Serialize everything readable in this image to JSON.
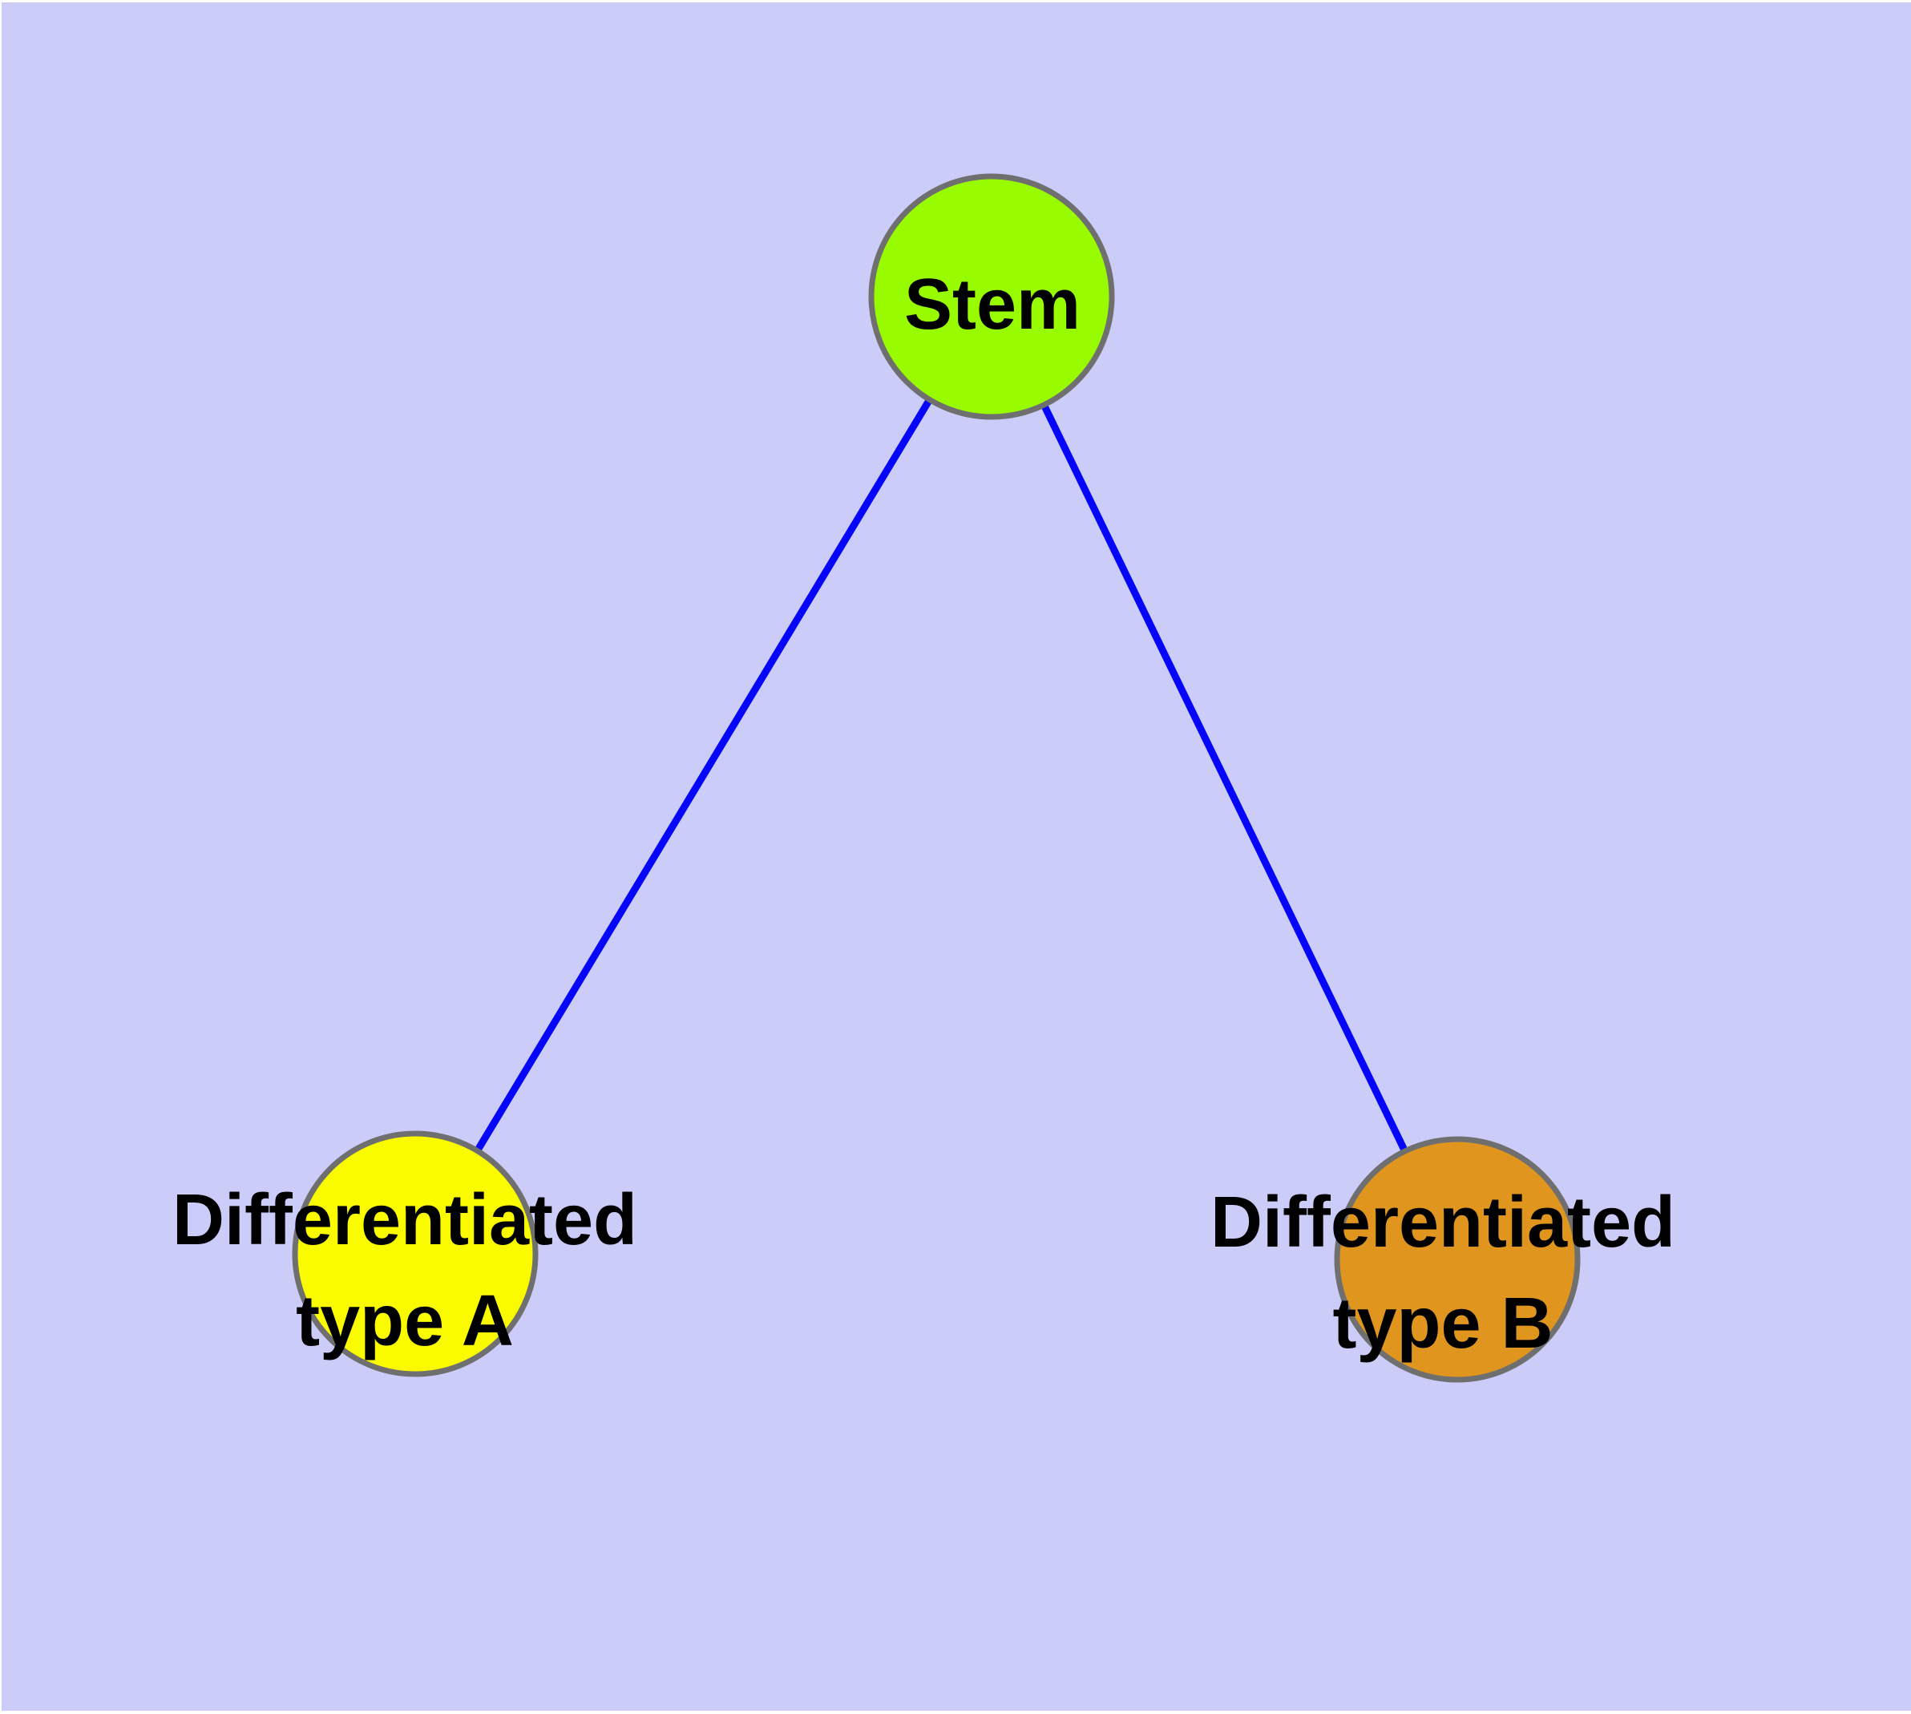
{
  "diagram": {
    "type": "graph-tree",
    "background_color": "#CCCCF8",
    "margin_color": "#FFFFFF",
    "edge_color": "#0505FA",
    "node_border_color": "#6F6F6F",
    "label_color": "#000000",
    "nodes": [
      {
        "id": "stem",
        "label": "Stem",
        "color": "#99FB00"
      },
      {
        "id": "diff-a",
        "label": "Differentiated type A",
        "label_line1": "Differentiated",
        "label_line2": "type A",
        "color": "#FBFB00"
      },
      {
        "id": "diff-b",
        "label": "Differentiated type B",
        "label_line1": "Differentiated",
        "label_line2": "type B",
        "color": "#E0961E"
      }
    ],
    "edges": [
      {
        "from": "Stem",
        "to": "Differentiated type A"
      },
      {
        "from": "Stem",
        "to": "Differentiated type B"
      }
    ]
  }
}
